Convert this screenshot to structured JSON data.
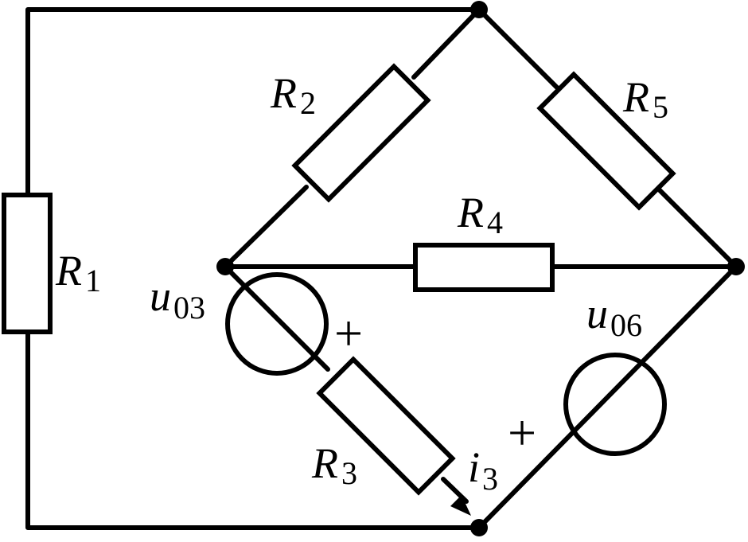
{
  "components": [
    {
      "id": "R1",
      "symbol": "R",
      "subscript": "1"
    },
    {
      "id": "R2",
      "symbol": "R",
      "subscript": "2"
    },
    {
      "id": "R3",
      "symbol": "R",
      "subscript": "3"
    },
    {
      "id": "R4",
      "symbol": "R",
      "subscript": "4"
    },
    {
      "id": "R5",
      "symbol": "R",
      "subscript": "5"
    }
  ],
  "sources": [
    {
      "id": "u03",
      "symbol": "u",
      "subscript": "03",
      "polarity": "+"
    },
    {
      "id": "u06",
      "symbol": "u",
      "subscript": "06",
      "polarity": "+"
    }
  ],
  "current": {
    "symbol": "i",
    "subscript": "3"
  }
}
